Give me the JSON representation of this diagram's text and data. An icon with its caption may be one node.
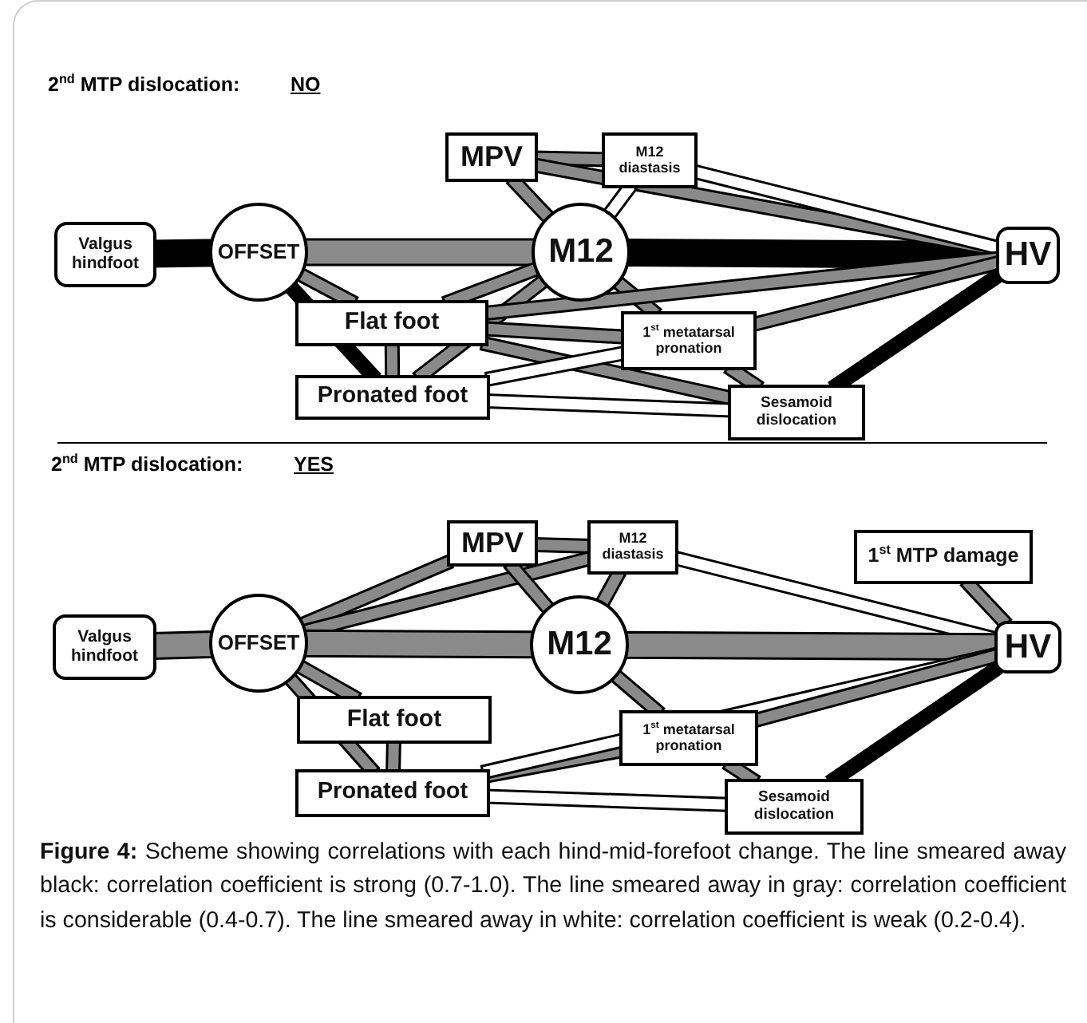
{
  "diagram": {
    "caption": "**Figure 4:** Scheme showing correlations with each hind-mid-forefoot change. The line smeared away black: correlation coefficient is strong (0.7-1.0). The line smeared away in gray: correlation coefficient is considerable (0.4-0.7). The line smeared away in white: correlation coefficient is weak (0.2-0.4).",
    "nodes": [
      {
        "text": [
          "Valgus hindfoot"
        ]
      },
      {
        "text": [
          "OFFSET"
        ]
      },
      {
        "text": [
          "MPV"
        ]
      },
      {
        "text": [
          "M12 diastasis"
        ]
      },
      {
        "text": [
          "M12"
        ]
      },
      {
        "text": [
          "Flat foot"
        ]
      },
      {
        "text": [
          "1$^{st}$ metatarsal pronation"
        ]
      },
      {
        "text": [
          "Pronated foot"
        ]
      },
      {
        "text": [
          "Sesamoid dislocation"
        ]
      },
      {
        "text": [
          "HV"
        ]
      },
      {
        "text": [
          "Valgus hindfoot"
        ]
      },
      {
        "text": [
          "OFFSET"
        ]
      },
      {
        "text": [
          "MPV"
        ]
      },
      {
        "text": [
          "M12 diastasis"
        ]
      },
      {
        "text": [
          "1$^{st}$ MTP damage"
        ]
      },
      {
        "text": [
          "M12"
        ]
      },
      {
        "text": [
          "HV"
        ]
      },
      {
        "text": [
          "Flat foot"
        ]
      },
      {
        "text": [
          "1$^{st}$ metatarsal pronation"
        ]
      },
      {
        "text": [
          "Pronated foot"
        ]
      },
      {
        "text": [
          "Sesamoid dislocation"
        ]
      }
    ],
    "edges": [
      {
        "from": 0,
        "to": 1,
        "arrow": "none",
        "style": "thick",
        "color": "#000000"
      },
      {
        "from": 1,
        "to": 4,
        "arrow": "none",
        "style": "thick"
      },
      {
        "from": 4,
        "to": 9,
        "arrow": "none",
        "style": "thick",
        "color": "#000000"
      },
      {
        "from": 1,
        "to": 5,
        "arrow": "none"
      },
      {
        "from": 1,
        "to": 7,
        "arrow": "none",
        "color": "#000000"
      },
      {
        "from": 5,
        "to": 7,
        "arrow": "none"
      },
      {
        "from": 2,
        "to": 3,
        "arrow": "none"
      },
      {
        "from": 2,
        "to": 4,
        "arrow": "none"
      },
      {
        "from": 2,
        "to": 9,
        "arrow": "none"
      },
      {
        "from": 3,
        "to": 9,
        "arrow": "none",
        "color": "#ffffff"
      },
      {
        "from": 3,
        "to": 4,
        "arrow": "none",
        "color": "#ffffff"
      },
      {
        "from": 4,
        "to": 5,
        "arrow": "none"
      },
      {
        "from": 4,
        "to": 7,
        "arrow": "none"
      },
      {
        "from": 4,
        "to": 6,
        "arrow": "none"
      },
      {
        "from": 5,
        "to": 9,
        "arrow": "none"
      },
      {
        "from": 5,
        "to": 6,
        "arrow": "none"
      },
      {
        "from": 5,
        "to": 8,
        "arrow": "none"
      },
      {
        "from": 6,
        "to": 9,
        "arrow": "none"
      },
      {
        "from": 6,
        "to": 8,
        "arrow": "none"
      },
      {
        "from": 8,
        "to": 9,
        "arrow": "none",
        "color": "#000000"
      },
      {
        "from": 7,
        "to": 6,
        "arrow": "none",
        "color": "#ffffff"
      },
      {
        "from": 7,
        "to": 8,
        "arrow": "none",
        "color": "#ffffff"
      },
      {
        "from": 10,
        "to": 11,
        "arrow": "none",
        "style": "thick"
      },
      {
        "from": 11,
        "to": 12,
        "arrow": "none"
      },
      {
        "from": 11,
        "to": 13,
        "arrow": "none"
      },
      {
        "from": 11,
        "to": 15,
        "arrow": "none",
        "style": "thick"
      },
      {
        "from": 11,
        "to": 17,
        "arrow": "none"
      },
      {
        "from": 11,
        "to": 19,
        "arrow": "none"
      },
      {
        "from": 17,
        "to": 19,
        "arrow": "none"
      },
      {
        "from": 12,
        "to": 13,
        "arrow": "none"
      },
      {
        "from": 12,
        "to": 15,
        "arrow": "none"
      },
      {
        "from": 13,
        "to": 15,
        "arrow": "none"
      },
      {
        "from": 13,
        "to": 16,
        "arrow": "none",
        "color": "#ffffff"
      },
      {
        "from": 15,
        "to": 16,
        "arrow": "none",
        "style": "thick"
      },
      {
        "from": 15,
        "to": 18,
        "arrow": "none"
      },
      {
        "from": 14,
        "to": 16,
        "arrow": "none"
      },
      {
        "from": 19,
        "to": 18,
        "arrow": "none"
      },
      {
        "from": 19,
        "to": 20,
        "arrow": "none",
        "color": "#ffffff"
      },
      {
        "from": 19,
        "to": 16,
        "arrow": "none",
        "color": "#ffffff"
      },
      {
        "from": 18,
        "to": 16,
        "arrow": "none"
      },
      {
        "from": 18,
        "to": 20,
        "arrow": "none"
      },
      {
        "from": 20,
        "to": 16,
        "arrow": "none",
        "color": "#000000"
      }
    ],
    "labels": [
      "2$^{nd}$ MTP dislocation:",
      "NO",
      "2$^{nd}$ MTP dislocation:",
      "YES"
    ]
  }
}
